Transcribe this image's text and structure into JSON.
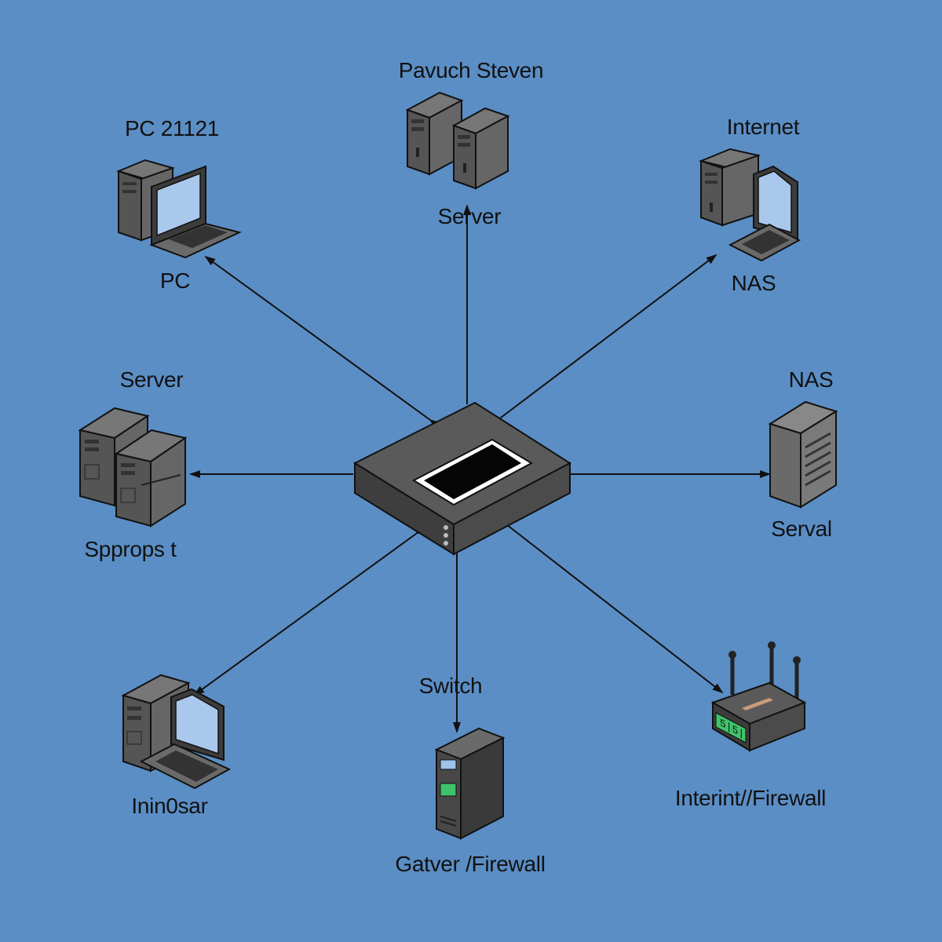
{
  "colors": {
    "background": "#5b8ec5",
    "device_dark": "#4a4a4a",
    "device_mid": "#5c5c5c",
    "device_light": "#7a7a7a",
    "screen": "#a9c8ec",
    "led_green": "#3fc36b",
    "arrow": "#111111"
  },
  "hub": {
    "icon": "switch-hub-icon"
  },
  "nodes": [
    {
      "id": "top",
      "icon": "server-pair-icon",
      "labels": [
        "Pavuch Steven",
        "Server"
      ]
    },
    {
      "id": "top-left",
      "icon": "pc-with-laptop-icon",
      "labels": [
        "PC 21121",
        "PC"
      ]
    },
    {
      "id": "top-right",
      "icon": "pc-with-laptop-icon",
      "labels": [
        "Internet",
        "NAS"
      ]
    },
    {
      "id": "left",
      "icon": "server-pair-icon",
      "labels": [
        "Server",
        "Spprops t"
      ]
    },
    {
      "id": "right",
      "icon": "nas-tower-icon",
      "labels": [
        "NAS",
        "Serval"
      ]
    },
    {
      "id": "bottom-left",
      "icon": "pc-with-laptop-icon",
      "labels": [
        "Inin0sar"
      ]
    },
    {
      "id": "bottom",
      "icon": "gateway-tower-icon",
      "labels": [
        "Switch",
        "Gatver /Firewall"
      ]
    },
    {
      "id": "bottom-right",
      "icon": "wireless-router-icon",
      "labels": [
        "Interint//Firewall"
      ]
    }
  ]
}
